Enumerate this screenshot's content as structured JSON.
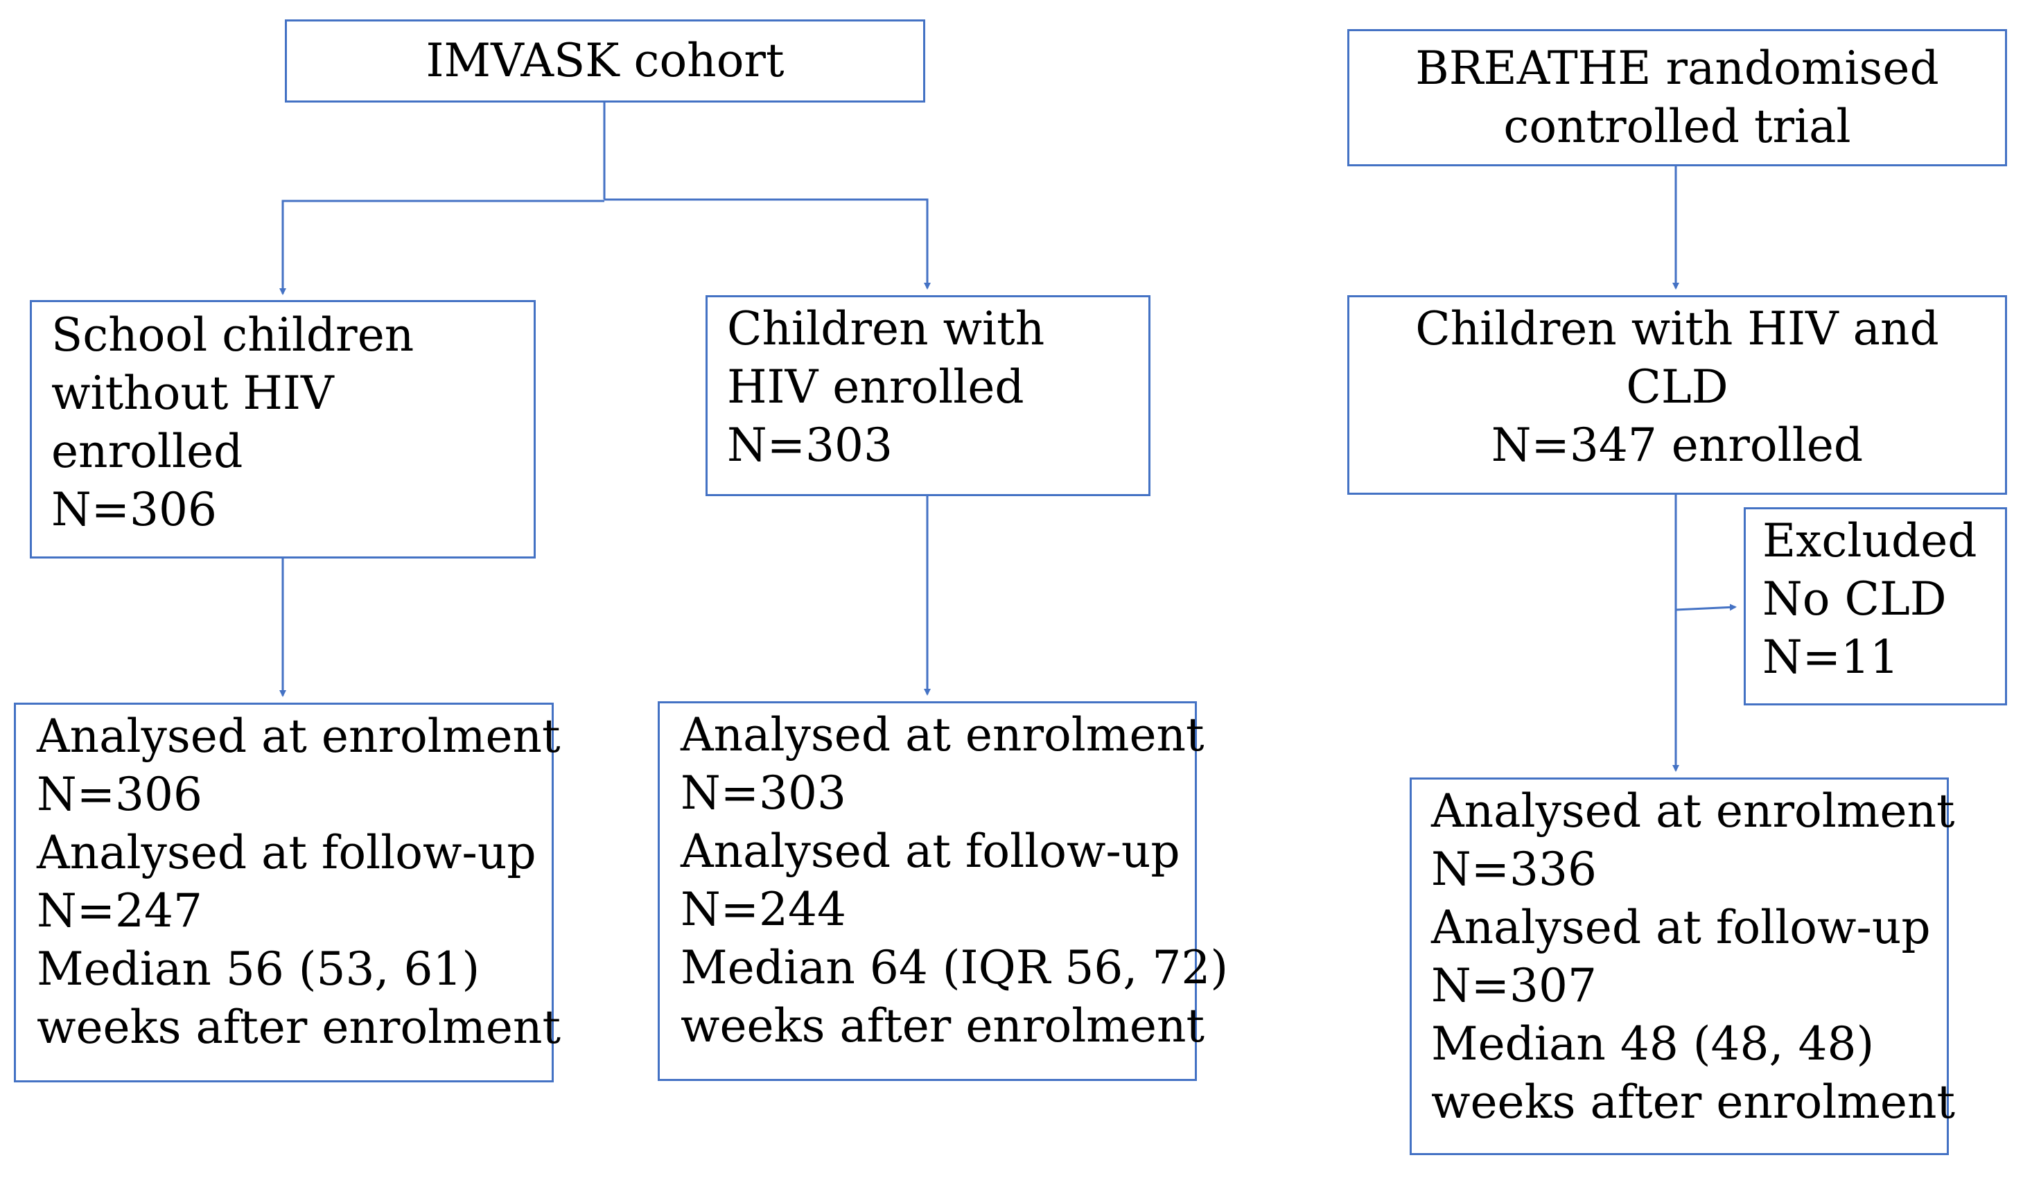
{
  "colors": {
    "border": "#4472C4",
    "connector": "#4472C4",
    "text": "#000000",
    "background": "#ffffff"
  },
  "imvask": {
    "title": "IMVASK cohort",
    "no_hiv": {
      "lines": [
        "School children",
        "without HIV",
        "enrolled",
        "N=306"
      ]
    },
    "hiv": {
      "lines": [
        "Children with",
        "HIV enrolled",
        "N=303"
      ]
    },
    "no_hiv_analysed": {
      "lines": [
        "Analysed at enrolment",
        "N=306",
        "Analysed at follow-up",
        "N=247",
        "Median 56 (53, 61)",
        "weeks after enrolment"
      ]
    },
    "hiv_analysed": {
      "lines": [
        "Analysed at enrolment",
        "N=303",
        "Analysed at follow-up",
        "N=244",
        "Median 64 (IQR 56, 72)",
        "weeks after enrolment"
      ]
    }
  },
  "breathe": {
    "title_lines": [
      "BREATHE randomised",
      "controlled trial"
    ],
    "enrolled": {
      "lines": [
        "Children with HIV and",
        "CLD",
        "N=347 enrolled"
      ]
    },
    "excluded": {
      "lines": [
        "Excluded",
        "No CLD",
        "N=11"
      ]
    },
    "analysed": {
      "lines": [
        "Analysed at enrolment",
        "N=336",
        "Analysed at follow-up",
        "N=307",
        "Median 48 (48, 48)",
        "weeks after enrolment"
      ]
    }
  }
}
